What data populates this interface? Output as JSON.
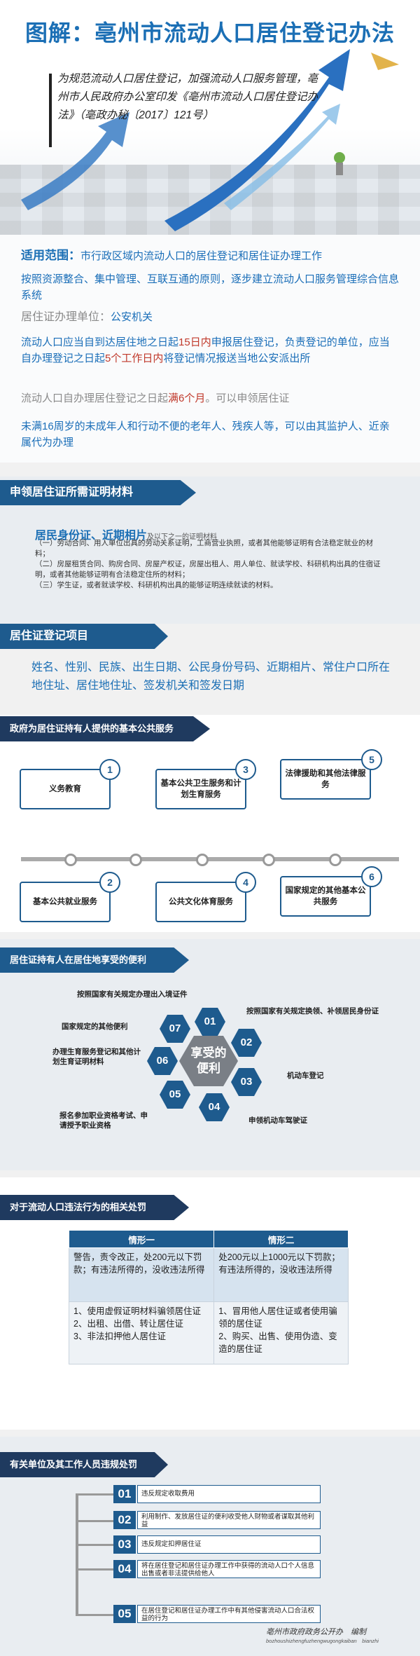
{
  "header": {
    "title": "图解：亳州市流动人口居住登记办法",
    "intro": "为规范流动人口居住登记，加强流动人口服务管理，亳州市人民政府办公室印发《亳州市流动人口居住登记办法》（亳政办秘〔2017〕121号）"
  },
  "scope": {
    "label": "适用范围：",
    "text": "市行政区域内流动人口的居住登记和居住证办理工作",
    "principle": "按照资源整合、集中管理、互联互通的原则，逐步建立流动人口服务管理综合信息系统",
    "unit_label": "居住证办理单位：",
    "unit_value": "公安机关",
    "reg_a": "流动人口应当自到达居住地之日起",
    "reg_b": "15日内",
    "reg_c": "申报居住登记，负责登记的单位，应当自办理登记之日起",
    "reg_d": "5个工作日内",
    "reg_e": "将登记情况报送当地公安派出所",
    "apply_a": "流动人口自办理居住登记之日起",
    "apply_b": "满6个月",
    "apply_c": "。可以申领居住证",
    "minor": "未满16周岁的未成年人和行动不便的老年人、残疾人等，可以由其监护人、近亲属代为办理"
  },
  "docs": {
    "banner": "申领居住证所需证明材料",
    "title": "居民身份证、近期相片",
    "title_note": "及以下之一的证明材料",
    "lines": [
      "（一）劳动合同、用人单位出具的劳动关系证明，工商营业执照，或者其他能够证明有合法稳定就业的材料；",
      "（二）房屋租赁合同、购房合同、房屋产权证，房屋出租人、用人单位、就读学校、科研机构出具的住宿证明，或者其他能够证明有合法稳定住所的材料；",
      "（三）学生证，或者就读学校、科研机构出具的能够证明连续就读的材料。"
    ]
  },
  "items": {
    "banner": "居住证登记项目",
    "text": "姓名、性别、民族、出生日期、公民身份号码、近期相片、常住户口所在地住址、居住地住址、签发机关和签发日期"
  },
  "services": {
    "banner": "政府为居住证持有人提供的基本公共服务",
    "list": [
      {
        "num": "1",
        "label": "义务教育"
      },
      {
        "num": "2",
        "label": "基本公共就业服务"
      },
      {
        "num": "3",
        "label": "基本公共卫生服务和计划生育服务"
      },
      {
        "num": "4",
        "label": "公共文化体育服务"
      },
      {
        "num": "5",
        "label": "法律援助和其他法律服务"
      },
      {
        "num": "6",
        "label": "国家规定的其他基本公共服务"
      }
    ]
  },
  "benefits": {
    "banner": "居住证持有人在居住地享受的便利",
    "center": [
      "享受的",
      "便利"
    ],
    "list": [
      {
        "num": "01",
        "label": "按照国家有关规定办理出入境证件"
      },
      {
        "num": "02",
        "label": "按照国家有关规定换领、补领居民身份证"
      },
      {
        "num": "03",
        "label": "机动车登记"
      },
      {
        "num": "04",
        "label": "申领机动车驾驶证"
      },
      {
        "num": "05",
        "label": "报名参加职业资格考试、申请授予职业资格"
      },
      {
        "num": "06",
        "label": "办理生育服务登记和其他计划生育证明材料"
      },
      {
        "num": "07",
        "label": "国家规定的其他便利"
      }
    ]
  },
  "penalty": {
    "banner": "对于流动人口违法行为的相关处罚",
    "headers": [
      "情形一",
      "情形二"
    ],
    "row1": [
      "警告，责令改正，处200元以下罚款；有违法所得的，没收违法所得",
      "处200元以上1000元以下罚款；有违法所得的，没收违法所得"
    ],
    "row2": [
      "1、使用虚假证明材料骗领居住证\n2、出租、出借、转让居住证\n3、非法扣押他人居住证",
      "1、冒用他人居住证或者使用骗领的居住证\n2、购买、出售、使用伪造、变造的居住证"
    ]
  },
  "units": {
    "banner": "有关单位及其工作人员违规处罚",
    "list": [
      {
        "num": "01",
        "label": "违反规定收取费用"
      },
      {
        "num": "02",
        "label": "利用制作、发放居住证的便利收受他人财物或者谋取其他利益"
      },
      {
        "num": "03",
        "label": "违反规定扣押居住证"
      },
      {
        "num": "04",
        "label": "将在居住登记和居住证办理工作中获得的流动人口个人信息出售或者非法提供给他人"
      },
      {
        "num": "05",
        "label": "在居住登记和居住证办理工作中有其他侵害流动人口合法权益的行为"
      }
    ]
  },
  "footer": {
    "cn": "亳州市政府政务公开办　编制",
    "en": "bozhoushizhengfuzhengwugongkaiban　bianzhi"
  }
}
